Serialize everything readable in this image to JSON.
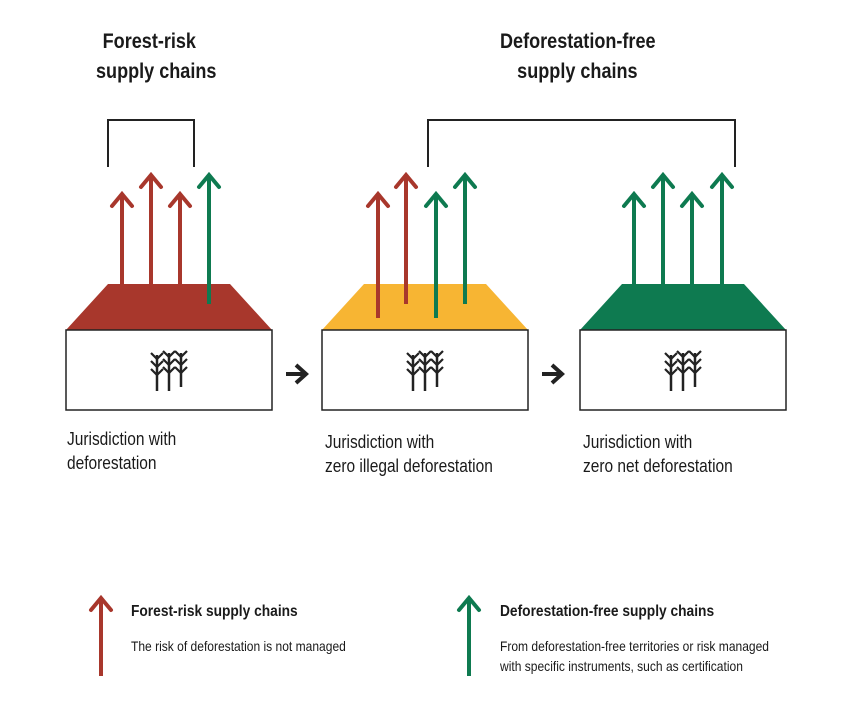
{
  "colors": {
    "red": "#A8372C",
    "green": "#0E7A50",
    "yellow": "#F7B533",
    "dark": "#222222"
  },
  "headers": {
    "forest_risk": [
      "Forest-risk",
      "supply chains"
    ],
    "deforestation_free": [
      "Deforestation-free",
      "supply chains"
    ]
  },
  "jurisdictions": [
    {
      "caption": [
        "Jurisdiction with",
        "deforestation"
      ],
      "roof_color": "red",
      "icon": "crop-plants-icon",
      "arrows": [
        "red",
        "red",
        "red",
        "green"
      ]
    },
    {
      "caption": [
        "Jurisdiction with",
        "zero illegal deforestation"
      ],
      "roof_color": "yellow",
      "icon": "crop-plants-icon",
      "arrows": [
        "red",
        "red",
        "green",
        "green"
      ]
    },
    {
      "caption": [
        "Jurisdiction with",
        "zero net deforestation"
      ],
      "roof_color": "green",
      "icon": "crop-plants-icon",
      "arrows": [
        "green",
        "green",
        "green",
        "green"
      ]
    }
  ],
  "transition_icon": "right-arrow-icon",
  "legend": {
    "forest_risk": {
      "title": "Forest-risk supply chains",
      "desc": [
        "The risk of deforestation is not managed"
      ]
    },
    "deforestation_free": {
      "title": "Deforestation-free supply chains",
      "desc": [
        "From deforestation-free territories or risk managed",
        "with specific instruments, such as certification"
      ]
    }
  }
}
